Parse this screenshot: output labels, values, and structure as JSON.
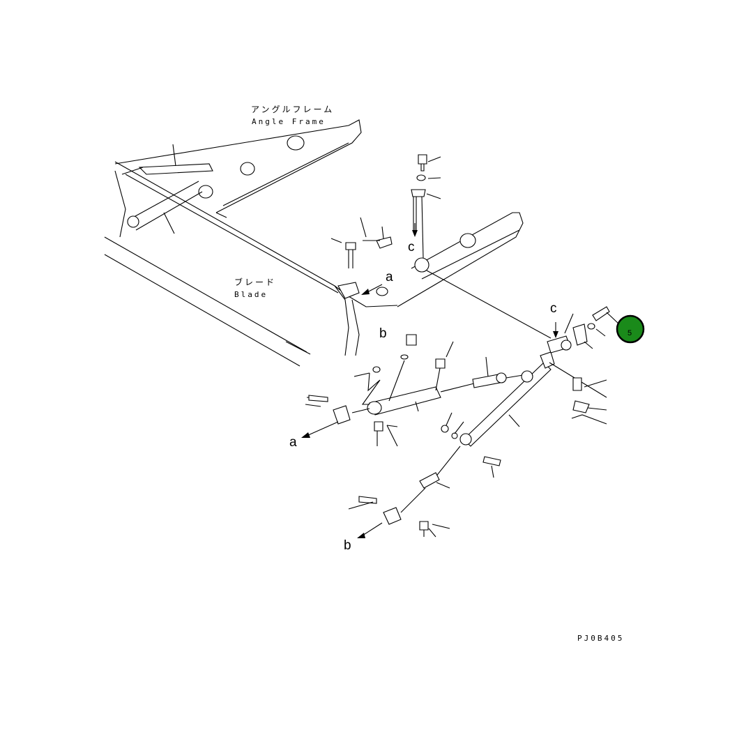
{
  "labels": {
    "angle_frame_jp": "アングルフレーム",
    "angle_frame_en": "Angle Frame",
    "blade_jp": "ブレード",
    "blade_en": "Blade"
  },
  "letters": {
    "a": "a",
    "b": "b",
    "c": "c"
  },
  "callout": {
    "number": "5",
    "color": "#1a8a1a"
  },
  "drawing_code": "PJ0B405"
}
